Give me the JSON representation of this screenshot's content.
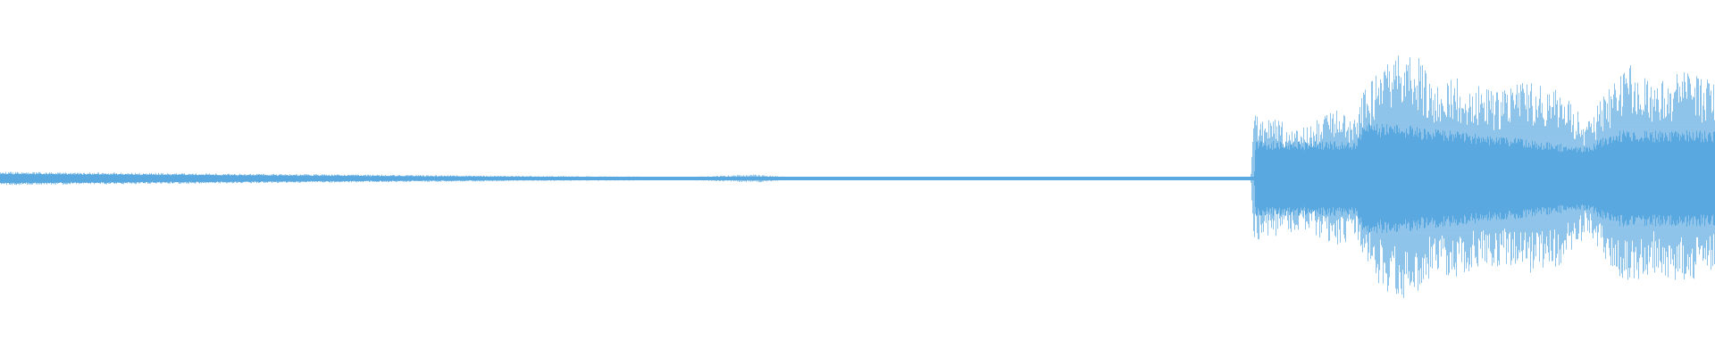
{
  "waveform": {
    "color": "#5aa8e0",
    "peak_envelope": [
      [
        0.0,
        0.05
      ],
      [
        0.1,
        0.04
      ],
      [
        0.2,
        0.03
      ],
      [
        0.3,
        0.02
      ],
      [
        0.4,
        0.012
      ],
      [
        0.44,
        0.03
      ],
      [
        0.46,
        0.012
      ],
      [
        0.52,
        0.01
      ],
      [
        0.6,
        0.006
      ],
      [
        0.729,
        0.006
      ],
      [
        0.731,
        0.48
      ],
      [
        0.76,
        0.38
      ],
      [
        0.78,
        0.52
      ],
      [
        0.79,
        0.45
      ],
      [
        0.795,
        0.65
      ],
      [
        0.81,
        0.9
      ],
      [
        0.825,
        0.95
      ],
      [
        0.835,
        0.7
      ],
      [
        0.85,
        0.75
      ],
      [
        0.87,
        0.65
      ],
      [
        0.89,
        0.72
      ],
      [
        0.91,
        0.65
      ],
      [
        0.925,
        0.42
      ],
      [
        0.935,
        0.62
      ],
      [
        0.95,
        0.85
      ],
      [
        0.965,
        0.7
      ],
      [
        0.98,
        0.8
      ],
      [
        1.0,
        0.72
      ]
    ],
    "mean_envelope": [
      [
        0.0,
        0.04
      ],
      [
        0.3,
        0.015
      ],
      [
        0.731,
        0.0
      ],
      [
        0.732,
        0.28
      ],
      [
        0.79,
        0.28
      ],
      [
        0.795,
        0.42
      ],
      [
        0.835,
        0.38
      ],
      [
        0.925,
        0.24
      ],
      [
        0.94,
        0.36
      ],
      [
        1.0,
        0.36
      ]
    ]
  }
}
